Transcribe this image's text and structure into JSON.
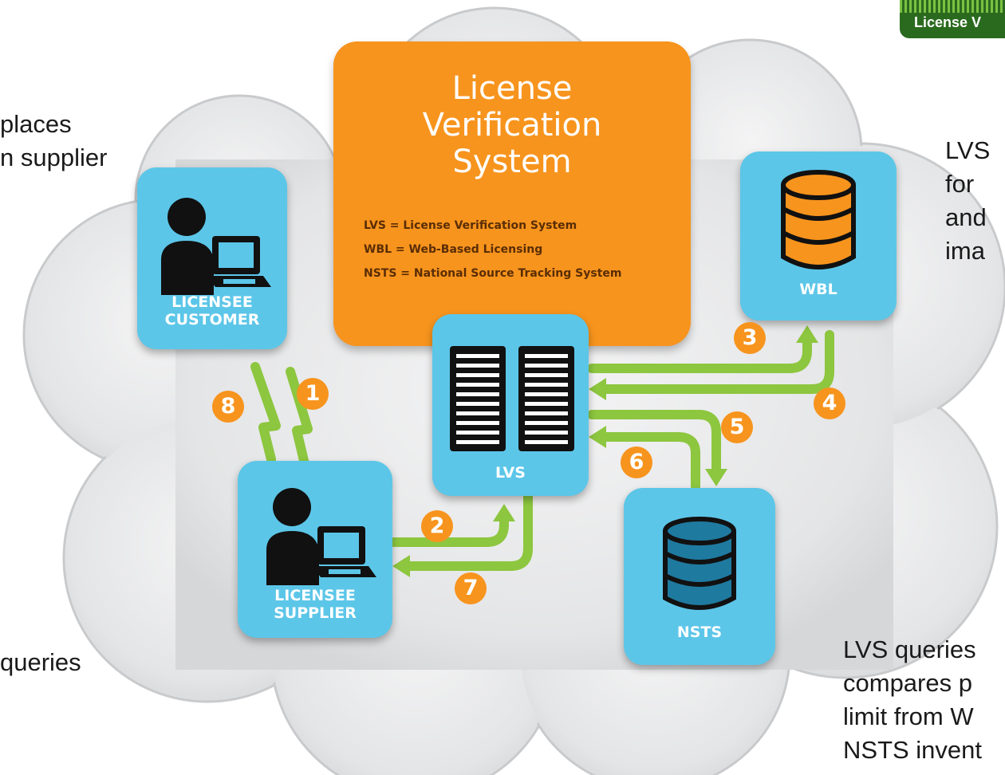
{
  "side_text": {
    "top_left": [
      "places",
      "n supplier"
    ],
    "bottom_left": [
      "queries"
    ],
    "top_right": [
      "LVS",
      "for",
      "and",
      "ima"
    ],
    "bottom_right": [
      "LVS queries",
      "compares p",
      "limit from W",
      "NSTS invent"
    ]
  },
  "logo": {
    "text": "License V"
  },
  "title_box": {
    "title_lines": [
      "License",
      "Verification",
      "System"
    ],
    "legend": [
      "LVS = License Verification System",
      "WBL = Web-Based Licensing",
      "NSTS = National Source Tracking System"
    ]
  },
  "nodes": {
    "customer": [
      "LICENSEE",
      "CUSTOMER"
    ],
    "supplier": [
      "LICENSEE",
      "SUPPLIER"
    ],
    "lvs": [
      "LVS"
    ],
    "wbl": [
      "WBL"
    ],
    "nsts": [
      "NSTS"
    ]
  },
  "steps": [
    "1",
    "2",
    "3",
    "4",
    "5",
    "6",
    "7",
    "8"
  ],
  "colors": {
    "title_box": "#f7941d",
    "node": "#5cc6e8",
    "arrow": "#8dc63f",
    "badge": "#f7941d",
    "cloud": "#e6e7e8"
  },
  "icons": {
    "customer": "person-at-computer-icon",
    "supplier": "person-at-computer-icon",
    "lvs": "server-rack-icon",
    "wbl": "database-icon",
    "nsts": "database-icon"
  }
}
